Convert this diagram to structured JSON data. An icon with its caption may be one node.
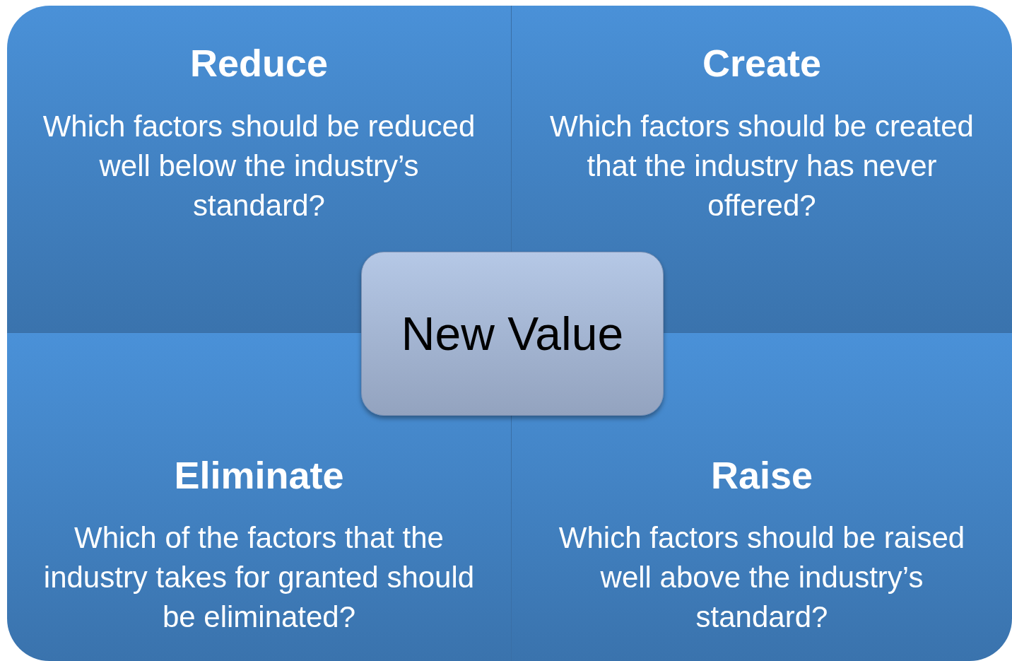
{
  "diagram": {
    "nodes": [
      {
        "text": [
          "Reduce",
          "Which factors should be reduced well below the industry’s standard?"
        ]
      },
      {
        "text": [
          "Create",
          "Which factors should be created that the industry has never offered?"
        ]
      },
      {
        "text": [
          "Eliminate",
          "Which of the factors that the industry takes for granted should be eliminated?"
        ]
      },
      {
        "text": [
          "Raise",
          "Which factors should be raised well above the industry’s standard?"
        ]
      },
      {
        "text": [
          "New Value"
        ]
      }
    ],
    "edges": []
  }
}
